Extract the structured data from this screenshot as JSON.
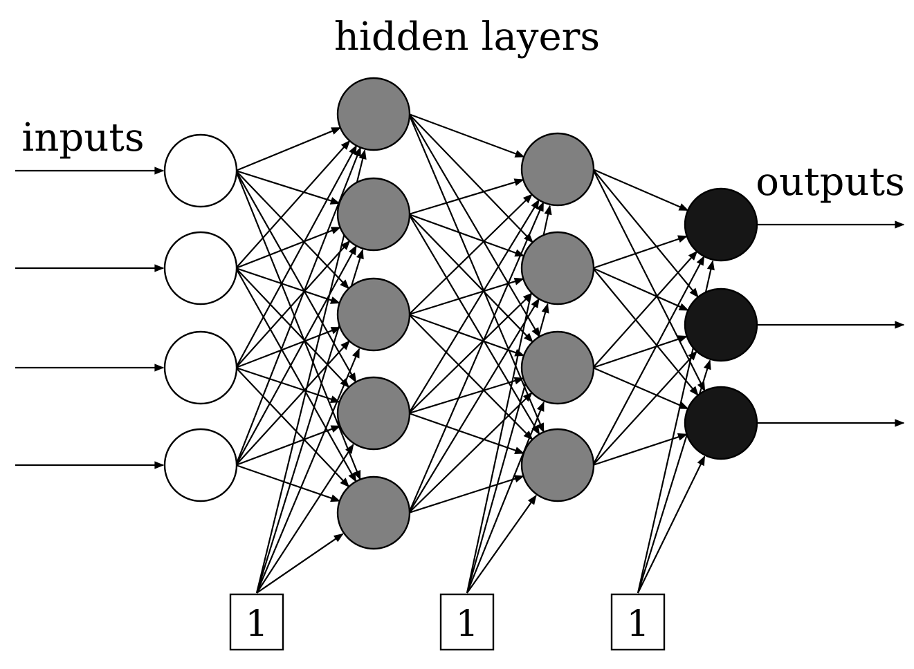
{
  "labels": {
    "hidden_layers": "hidden layers",
    "inputs": "inputs",
    "outputs": "outputs"
  },
  "bias_units": [
    "1",
    "1",
    "1"
  ],
  "network": {
    "layers": [
      {
        "name": "input",
        "units": 4,
        "fill": "#ffffff"
      },
      {
        "name": "hidden-1",
        "units": 5,
        "fill": "#808080"
      },
      {
        "name": "hidden-2",
        "units": 4,
        "fill": "#808080"
      },
      {
        "name": "output",
        "units": 3,
        "fill": "#161616"
      }
    ]
  }
}
